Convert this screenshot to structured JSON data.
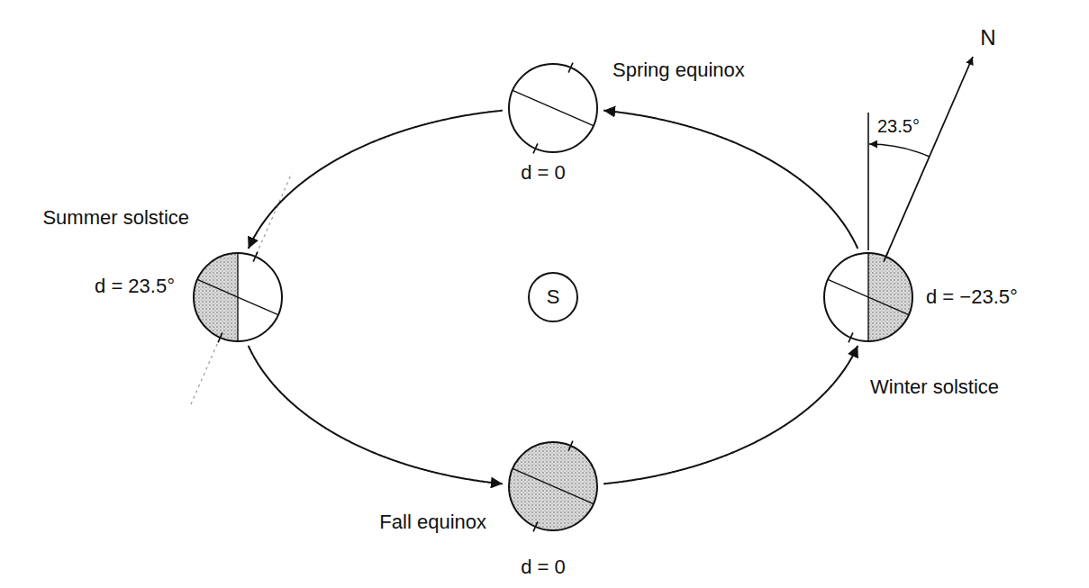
{
  "diagram": {
    "nodes": [
      {
        "text": [
          "Spring equinox",
          "d = 0"
        ]
      },
      {
        "text": [
          "Summer solstice",
          "d = 23.5°"
        ]
      },
      {
        "text": [
          "S"
        ]
      },
      {
        "text": [
          "d = −23.5°",
          "Winter solstice"
        ]
      },
      {
        "text": [
          "Fall equinox",
          "d = 0"
        ]
      }
    ],
    "edges": [
      {
        "from": 3,
        "to": 0,
        "arrow": "to"
      },
      {
        "from": 0,
        "to": 1,
        "arrow": "to"
      },
      {
        "from": 1,
        "to": 4,
        "arrow": "to"
      },
      {
        "from": 4,
        "to": 3,
        "arrow": "to"
      }
    ],
    "labels": [
      "N",
      "23.5°"
    ]
  }
}
